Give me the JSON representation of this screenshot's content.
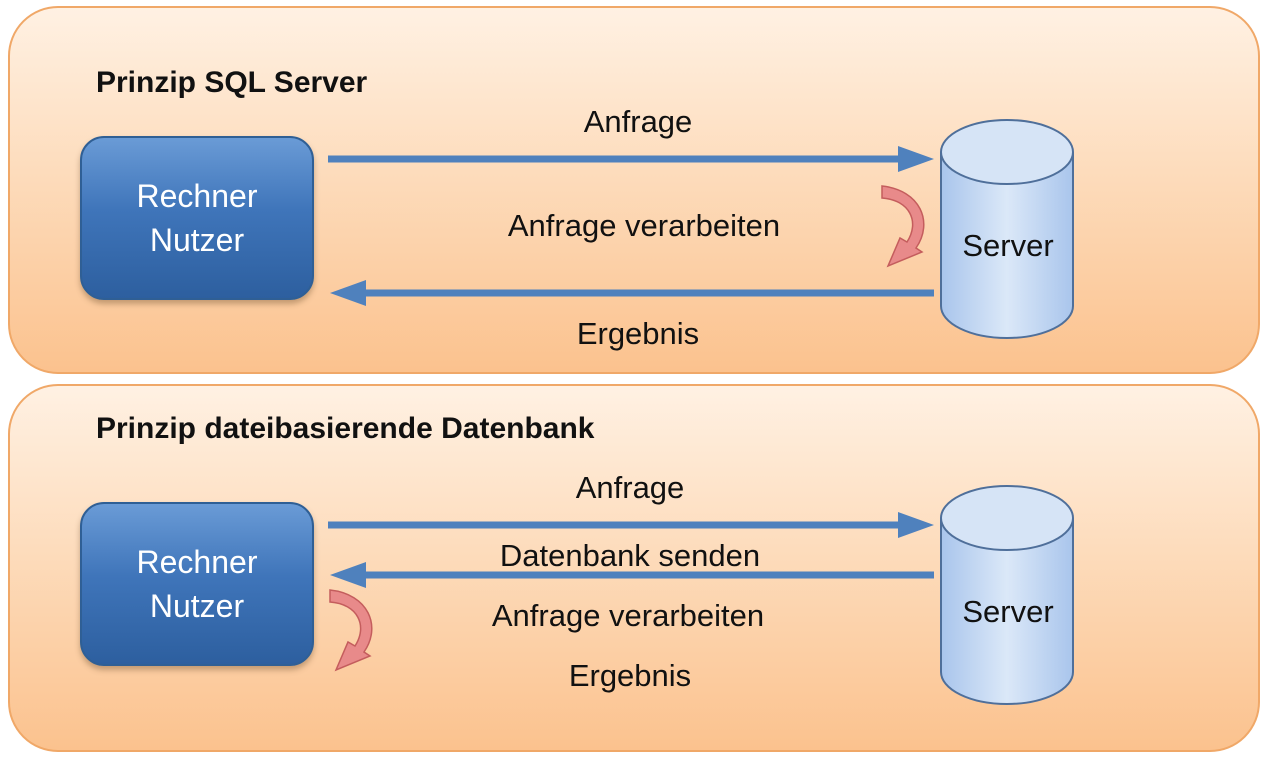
{
  "panels": {
    "sql": {
      "title": "Prinzip SQL Server",
      "user_lines": [
        "Rechner",
        "Nutzer"
      ],
      "server_label": "Server",
      "request_label": "Anfrage",
      "process_label": "Anfrage verarbeiten",
      "result_label": "Ergebnis"
    },
    "file": {
      "title": "Prinzip dateibasierende Datenbank",
      "user_lines": [
        "Rechner",
        "Nutzer"
      ],
      "server_label": "Server",
      "request_label": "Anfrage",
      "send_label": "Datenbank senden",
      "process_label": "Anfrage verarbeiten",
      "result_label": "Ergebnis"
    }
  },
  "colors": {
    "panel_border": "#f0a868",
    "box_blue": "#3f75ba",
    "arrow_blue": "#4f81bd",
    "curl_pink": "#e88a8a",
    "server_fill": "#c6d9f1"
  }
}
